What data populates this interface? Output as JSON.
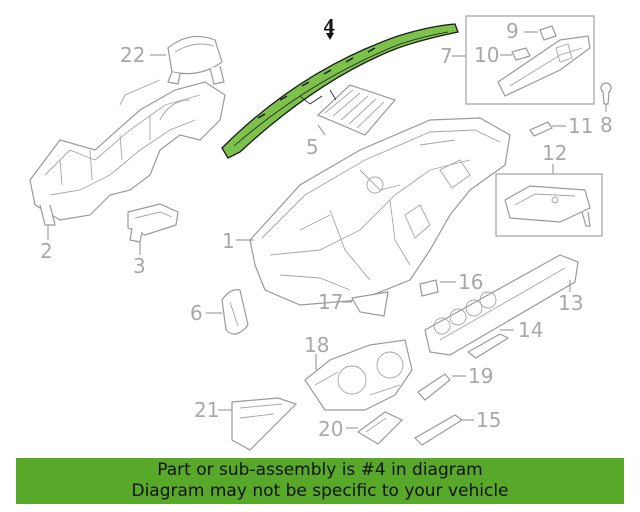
{
  "diagram": {
    "highlighted_part": "4",
    "highlight_color": "#7cc24a",
    "callouts": [
      "1",
      "2",
      "3",
      "4",
      "5",
      "6",
      "7",
      "8",
      "9",
      "10",
      "11",
      "12",
      "13",
      "14",
      "15",
      "16",
      "17",
      "18",
      "19",
      "20",
      "21",
      "22"
    ]
  },
  "banner": {
    "line1": "Part or sub-assembly is #4 in diagram",
    "line2": "Diagram may not be specific to your vehicle",
    "color": "#58a829"
  }
}
